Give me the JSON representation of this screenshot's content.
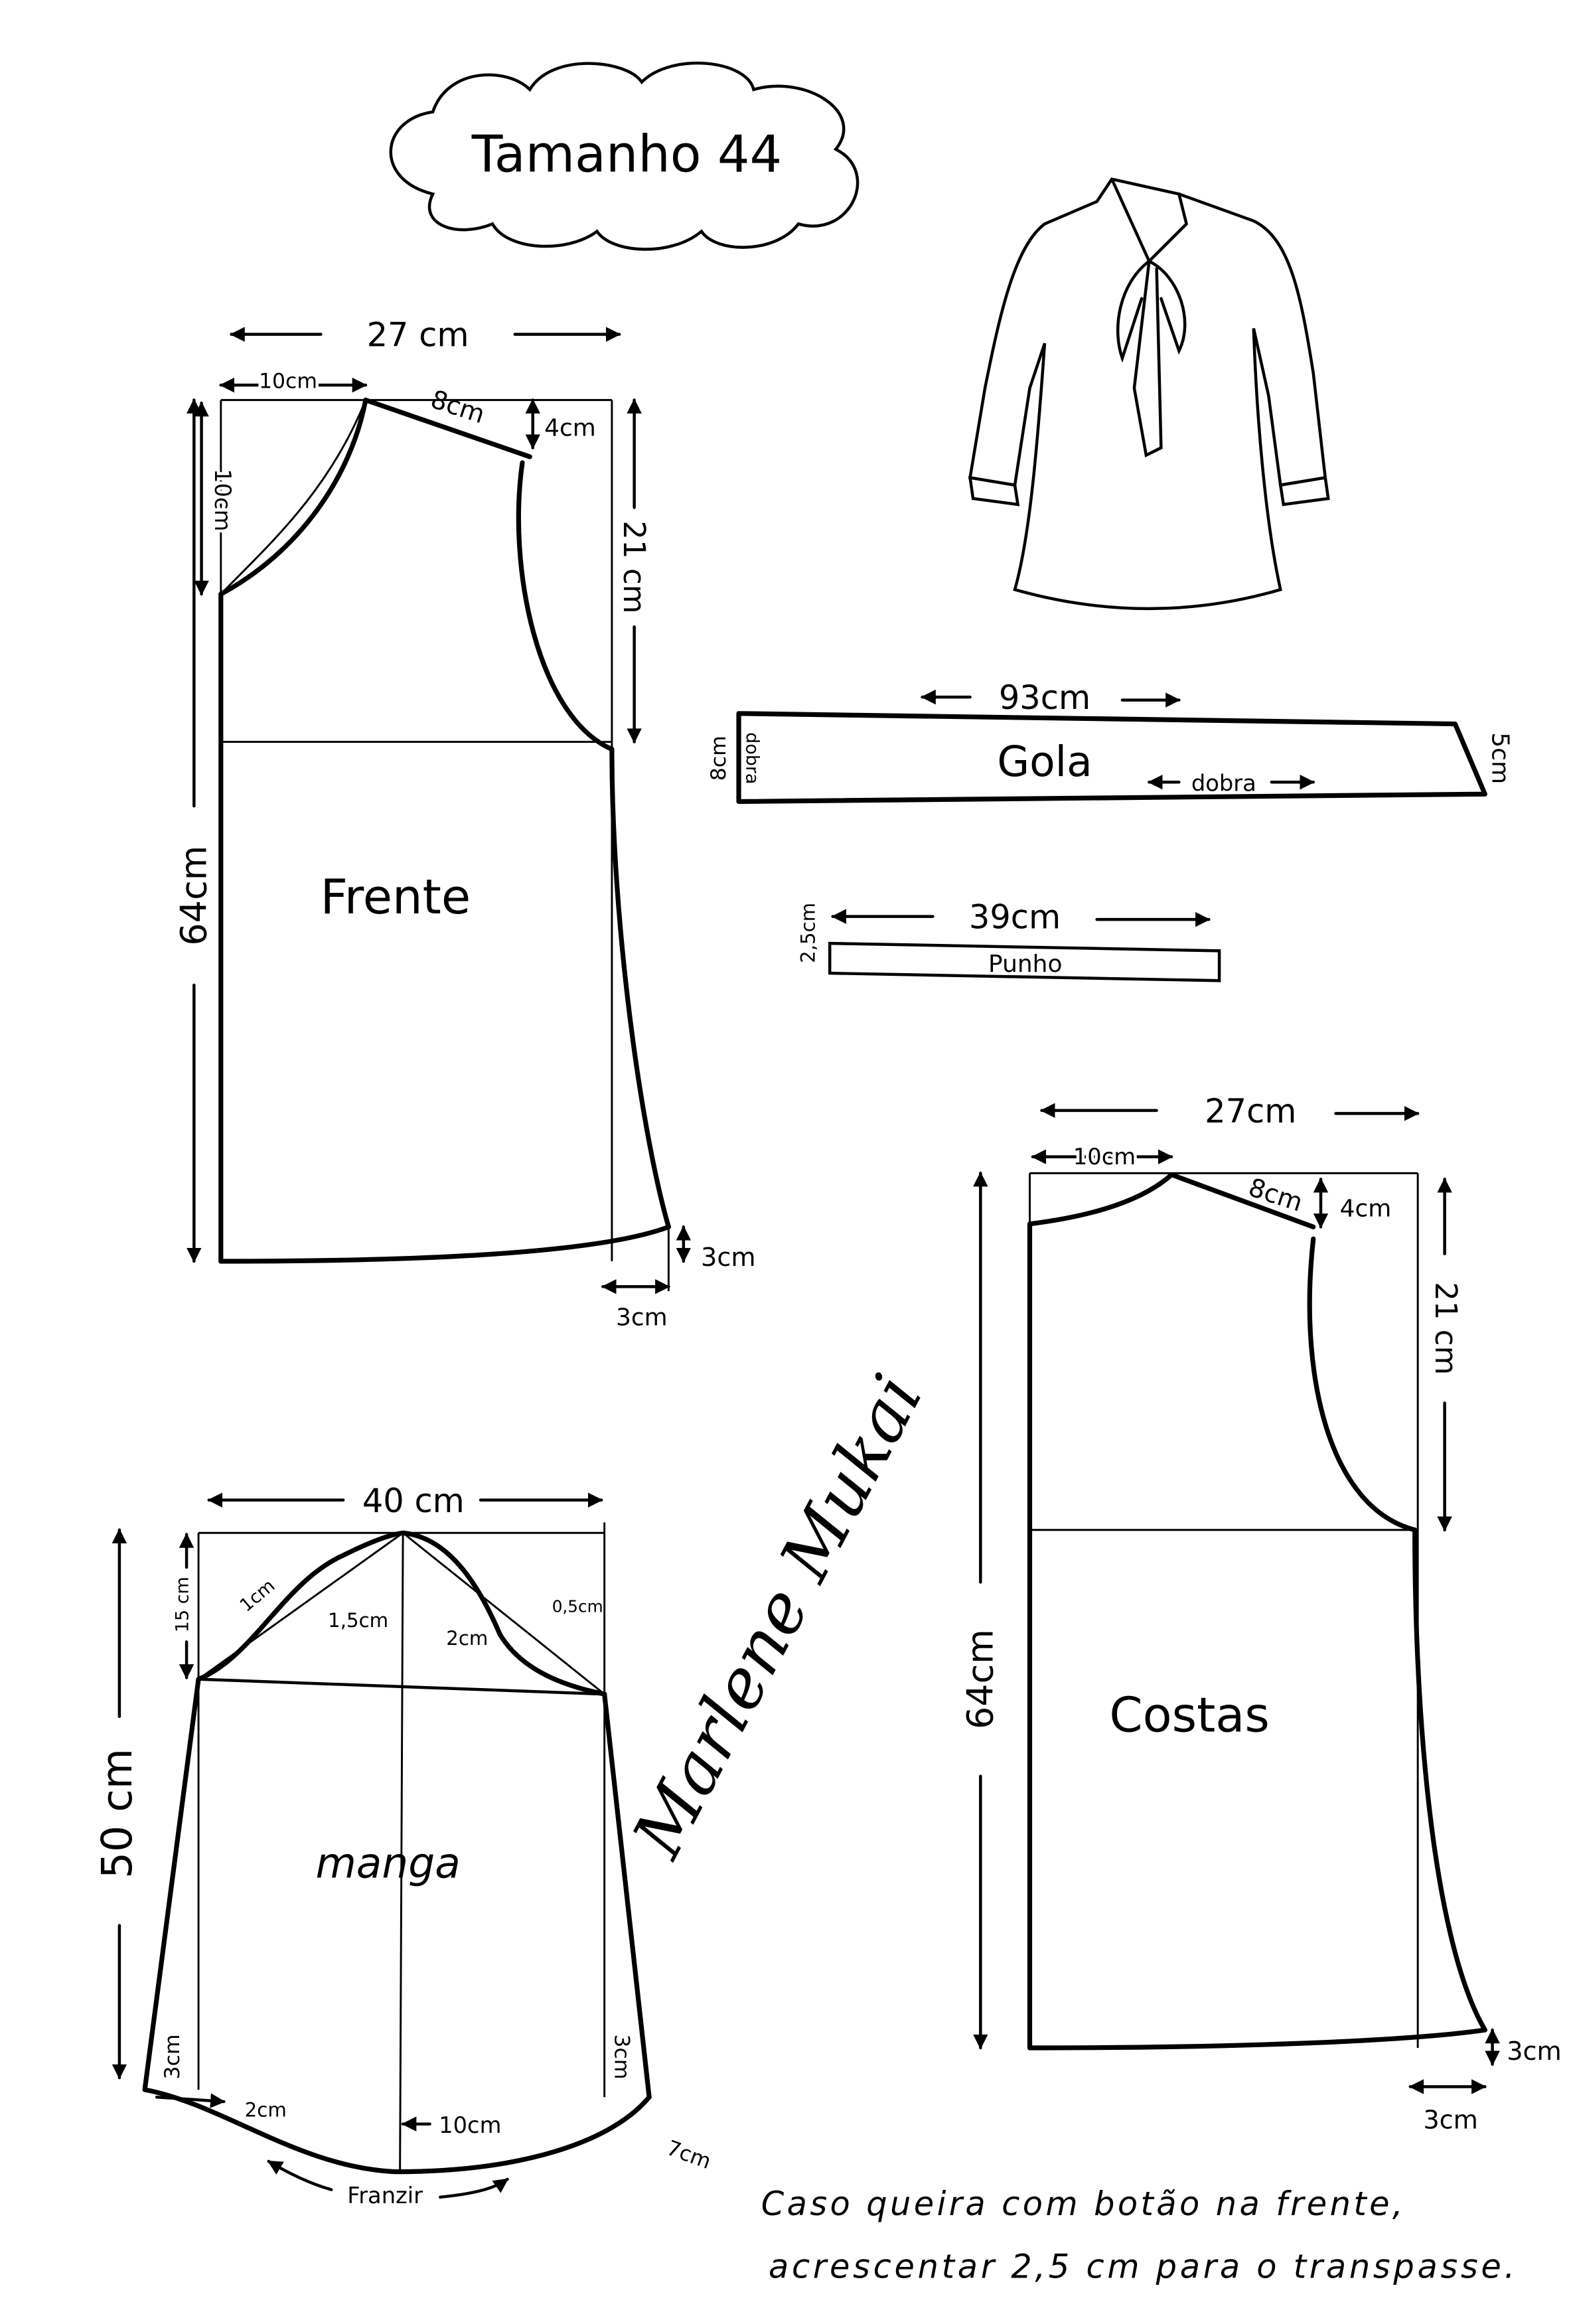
{
  "title": "Tamanho 44",
  "frente": {
    "name": "Frente",
    "width": "27 cm",
    "neck_width": "10cm",
    "shoulder": "8cm",
    "shoulder_drop": "4cm",
    "neck_depth": "10cm",
    "armhole": "21 cm",
    "length": "64cm",
    "hem_rise": "3cm",
    "hem_out": "3cm"
  },
  "gola": {
    "name": "Gola",
    "length": "93cm",
    "height_left": "8cm",
    "height_right": "5cm",
    "fold_side": "dobra",
    "fold_bottom": "dobra"
  },
  "punho": {
    "name": "Punho",
    "length": "39cm",
    "height": "2,5cm"
  },
  "costas": {
    "name": "Costas",
    "width": "27cm",
    "neck_width": "10cm",
    "shoulder": "8cm",
    "shoulder_drop": "4cm",
    "armhole": "21 cm",
    "length": "64cm",
    "hem_rise": "3cm",
    "hem_out": "3cm"
  },
  "manga": {
    "name": "manga",
    "width": "40 cm",
    "cap_height": "15 cm",
    "cap_1": "1cm",
    "cap_2": "1,5cm",
    "cap_3": "2cm",
    "cap_4": "0,5cm",
    "length": "50 cm",
    "hem_left": "3cm",
    "hem_right": "3cm",
    "hem_2": "2cm",
    "hem_10": "10cm",
    "hem_7": "7cm",
    "gather": "Franzir"
  },
  "signature": "Marlene Mukai",
  "note": {
    "line1": "Caso queira com botão na frente,",
    "line2": "acrescentar 2,5 cm para o transpasse."
  }
}
